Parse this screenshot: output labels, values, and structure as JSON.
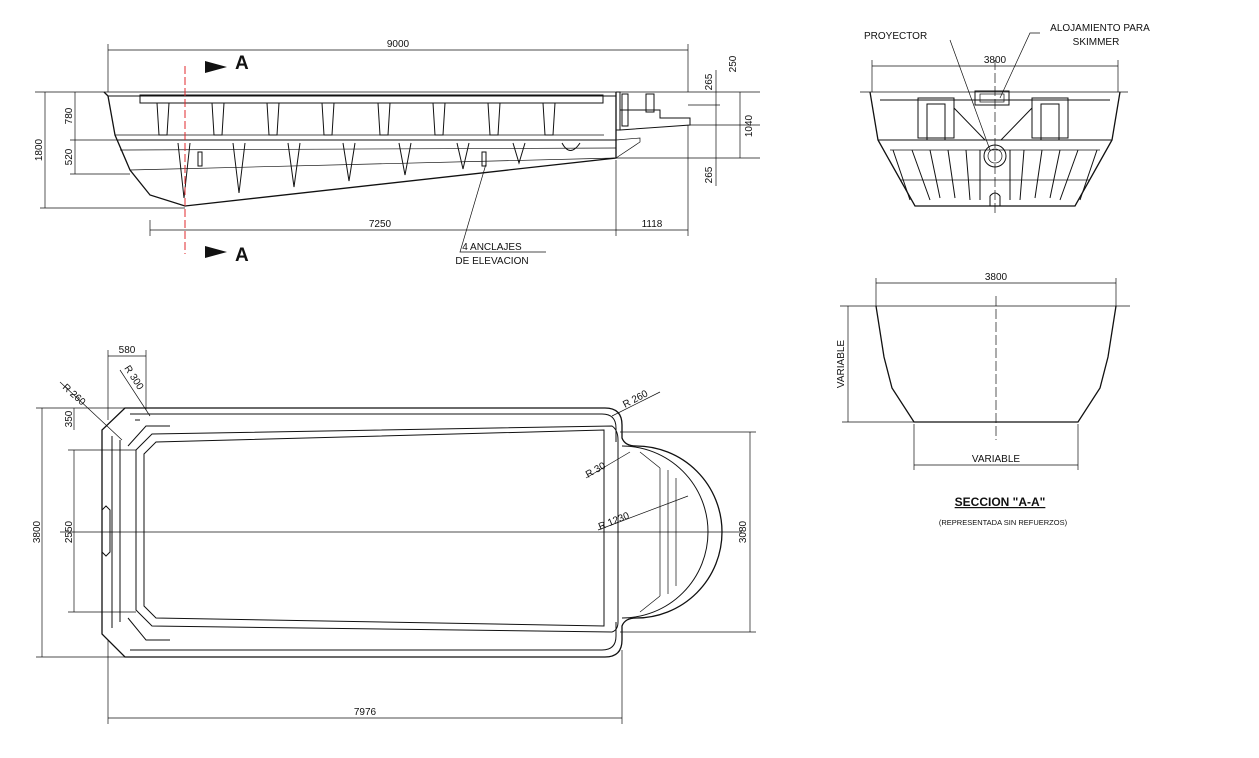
{
  "profile_view": {
    "dim_length_total": "9000",
    "dim_length_inner": "7250",
    "dim_ext": "1118",
    "dim_depth_total": "1800",
    "dim_upper": "780",
    "dim_lower": "520",
    "dim_top_1": "265",
    "dim_top_2": "250",
    "dim_right_depth": "1040",
    "dim_bottom_right": "265",
    "section_marker": "A",
    "anchors_label_line1": "4 ANCLAJES",
    "anchors_label_line2": "DE ELEVACION"
  },
  "front_view": {
    "dim_width": "3800",
    "label_projector": "PROYECTOR",
    "label_skimmer_line1": "ALOJAMIENTO PARA",
    "label_skimmer_line2": "SKIMMER"
  },
  "section_view": {
    "dim_width": "3800",
    "dim_bottom": "VARIABLE",
    "dim_height": "VARIABLE",
    "title": "SECCION \"A-A\"",
    "subtitle": "(REPRESENTADA SIN REFUERZOS)"
  },
  "plan_view": {
    "dim_length": "7976",
    "dim_width": "3800",
    "dim_inner_width": "2550",
    "dim_right_width": "3080",
    "dim_offset_top": "350",
    "dim_corner": "580",
    "radius_1": "R 260",
    "radius_2": "R 300",
    "radius_3": "R 260",
    "radius_4": "R 30",
    "radius_5": "R 1230"
  }
}
